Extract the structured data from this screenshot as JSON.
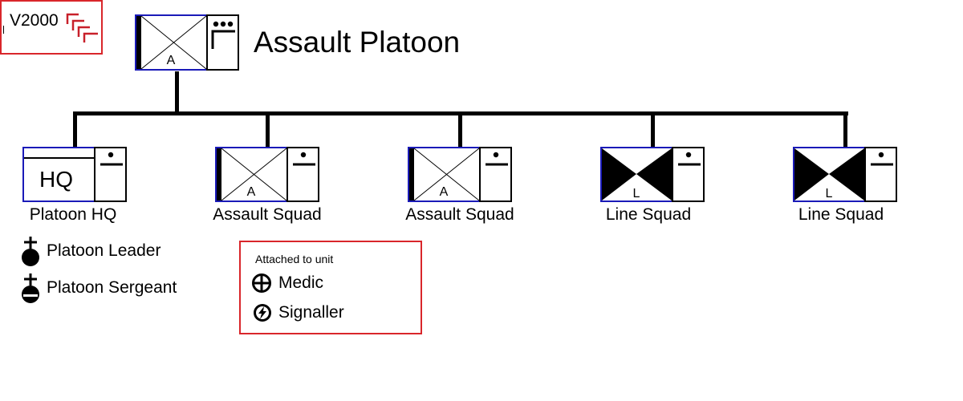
{
  "logo": {
    "text": "V2000"
  },
  "title": "Assault Platoon",
  "hq_unit": {
    "letter": "A"
  },
  "subunits": [
    {
      "label": "Platoon HQ",
      "kind": "hq",
      "inner_text": "HQ"
    },
    {
      "label": "Assault Squad",
      "kind": "assault",
      "letter": "A"
    },
    {
      "label": "Assault Squad",
      "kind": "assault",
      "letter": "A"
    },
    {
      "label": "Line Squad",
      "kind": "line",
      "letter": "L"
    },
    {
      "label": "Line Squad",
      "kind": "line",
      "letter": "L"
    }
  ],
  "legend": [
    {
      "label": "Platoon Leader",
      "icon": "platoon-leader-icon"
    },
    {
      "label": "Platoon Sergeant",
      "icon": "platoon-sergeant-icon"
    }
  ],
  "attachments": {
    "title": "Attached to unit",
    "items": [
      {
        "label": "Medic",
        "icon": "medic-icon"
      },
      {
        "label": "Signaller",
        "icon": "signaller-icon"
      }
    ]
  },
  "colors": {
    "frame_border": "#1a1ab8",
    "accent_red": "#d9262b",
    "logo_red": "#c8202a"
  }
}
